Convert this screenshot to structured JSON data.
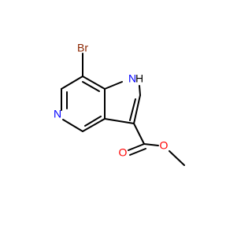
{
  "molecule": {
    "atoms": {
      "bromine": {
        "label": "Br",
        "color": "#8B2500"
      },
      "pyrrole_nitrogen": {
        "label": "N",
        "color": "#0000ff"
      },
      "pyrrole_hydrogen": {
        "label": "H",
        "color": "#000000"
      },
      "pyridine_nitrogen": {
        "label": "N",
        "color": "#0000ff"
      },
      "carbonyl_oxygen": {
        "label": "O",
        "color": "#ff0000"
      },
      "ester_oxygen": {
        "label": "O",
        "color": "#ff0000"
      }
    },
    "bond_color": "#000000"
  }
}
